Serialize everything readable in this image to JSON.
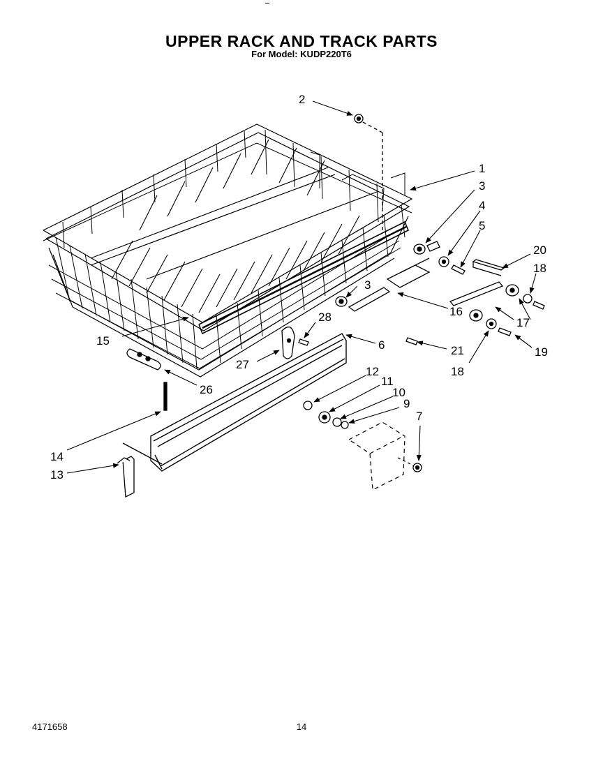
{
  "header": {
    "title": "UPPER RACK AND TRACK PARTS",
    "subtitle": "For Model: KUDP220T6"
  },
  "footer": {
    "doc_number": "4171658",
    "page_number": "14"
  },
  "callouts": {
    "c1": "1",
    "c2": "2",
    "c3a": "3",
    "c3b": "3",
    "c4": "4",
    "c5": "5",
    "c6": "6",
    "c7": "7",
    "c9": "9",
    "c10": "10",
    "c11": "11",
    "c12": "12",
    "c13": "13",
    "c14": "14",
    "c15": "15",
    "c16": "16",
    "c17": "17",
    "c18a": "18",
    "c18b": "18",
    "c19": "19",
    "c20": "20",
    "c21": "21",
    "c26": "26",
    "c27": "27",
    "c28": "28"
  }
}
